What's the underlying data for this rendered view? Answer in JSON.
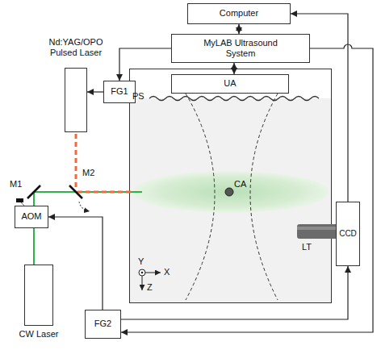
{
  "diagram": {
    "nodes": [
      {
        "text": [
          "Computer"
        ]
      },
      {
        "text": [
          "MyLAB Ultrasound System"
        ]
      },
      {
        "text": [
          "Nd:YAG/OPO Pulsed Laser"
        ]
      },
      {
        "text": [
          "FG1"
        ]
      },
      {
        "text": [
          "UA"
        ]
      },
      {
        "text": [
          "AOM"
        ]
      },
      {
        "text": [
          "CW Laser"
        ]
      },
      {
        "text": [
          "FG2"
        ]
      },
      {
        "text": [
          "CCD"
        ]
      }
    ],
    "edges": [
      {
        "from": 0,
        "to": 1,
        "arrow": "both"
      },
      {
        "from": 1,
        "to": 3,
        "arrow": "to"
      },
      {
        "from": 3,
        "to": 2,
        "arrow": "to"
      },
      {
        "from": 1,
        "to": 4,
        "arrow": "both"
      },
      {
        "from": 8,
        "to": 0,
        "arrow": "to"
      },
      {
        "from": 1,
        "to": 7,
        "arrow": "to"
      },
      {
        "from": 7,
        "to": 5,
        "arrow": "to"
      },
      {
        "from": 7,
        "to": 8,
        "arrow": "to"
      }
    ],
    "labels": [
      "PS",
      "CA",
      "M1",
      "M2",
      "LT",
      "Y",
      "X",
      "Z"
    ]
  }
}
